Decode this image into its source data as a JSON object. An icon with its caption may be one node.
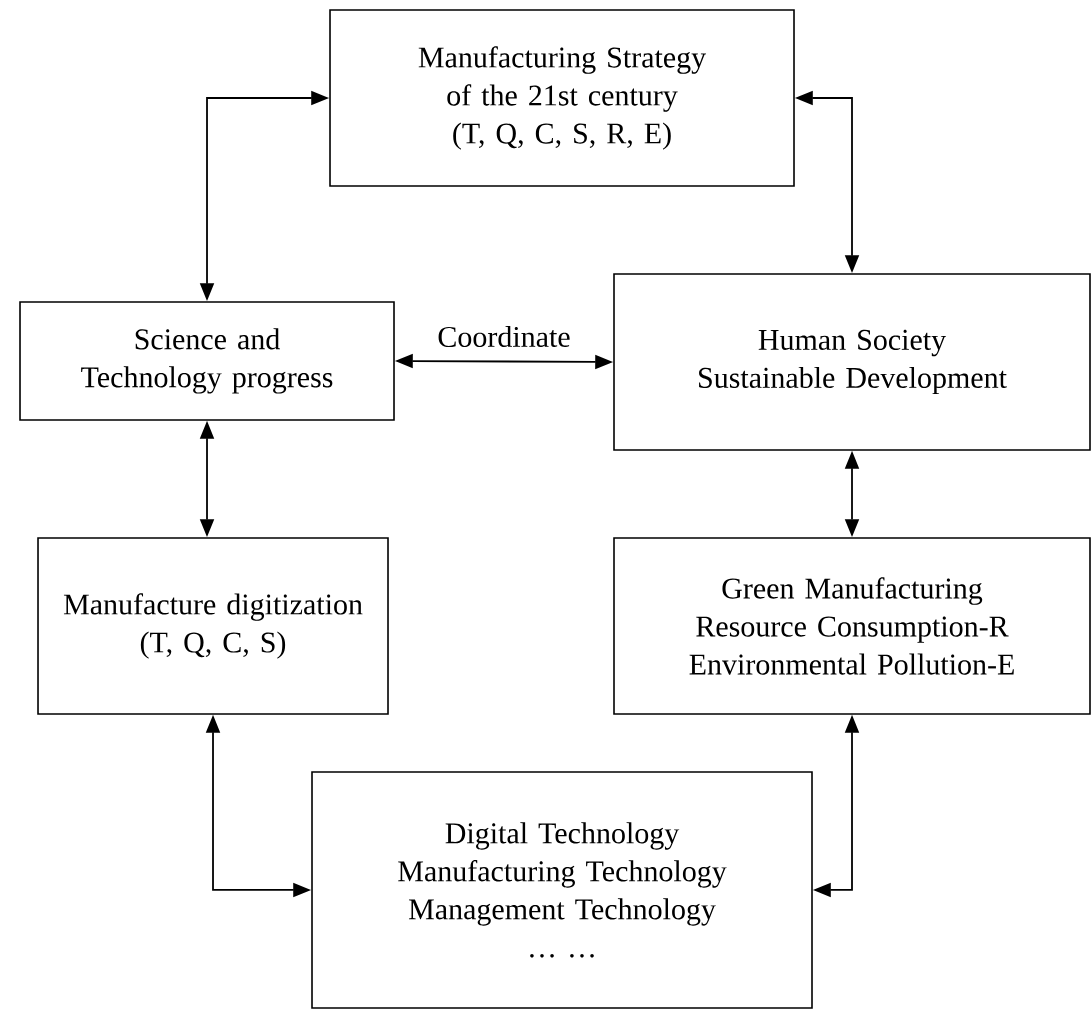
{
  "diagram": {
    "nodes": [
      {
        "text": [
          "Manufacturing Strategy of the 21st century",
          "(T, Q, C, S, R, E)"
        ]
      },
      {
        "text": [
          "Science and Technology progress"
        ]
      },
      {
        "text": [
          "Human Society Sustainable Development"
        ]
      },
      {
        "text": [
          "Manufacture digitization",
          "(T, Q, C, S)"
        ]
      },
      {
        "text": [
          "Green Manufacturing",
          "Resource Consumption-R",
          "Environmental Pollution-E"
        ]
      },
      {
        "text": [
          "Digital Technology",
          "Manufacturing Technology",
          "Management Technology",
          "… …"
        ]
      }
    ],
    "edges": [
      {
        "from": 0,
        "to": 1,
        "arrow": "both"
      },
      {
        "from": 0,
        "to": 2,
        "arrow": "both"
      },
      {
        "from": 1,
        "to": 2,
        "arrow": "both",
        "label": "Coordinate"
      },
      {
        "from": 1,
        "to": 3,
        "arrow": "both"
      },
      {
        "from": 2,
        "to": 4,
        "arrow": "both"
      },
      {
        "from": 3,
        "to": 5,
        "arrow": "both"
      },
      {
        "from": 4,
        "to": 5,
        "arrow": "both"
      }
    ]
  }
}
